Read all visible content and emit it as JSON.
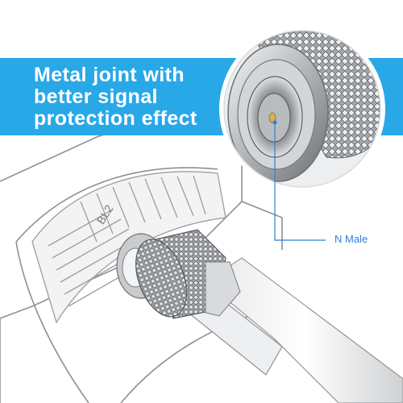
{
  "banner": {
    "lines": [
      "Metal joint with",
      "better signal",
      "protection effect"
    ],
    "color": "#29a8e8"
  },
  "callout": {
    "label": "N Male",
    "color": "#2f7fd6"
  },
  "router": {
    "label": "BL2"
  }
}
